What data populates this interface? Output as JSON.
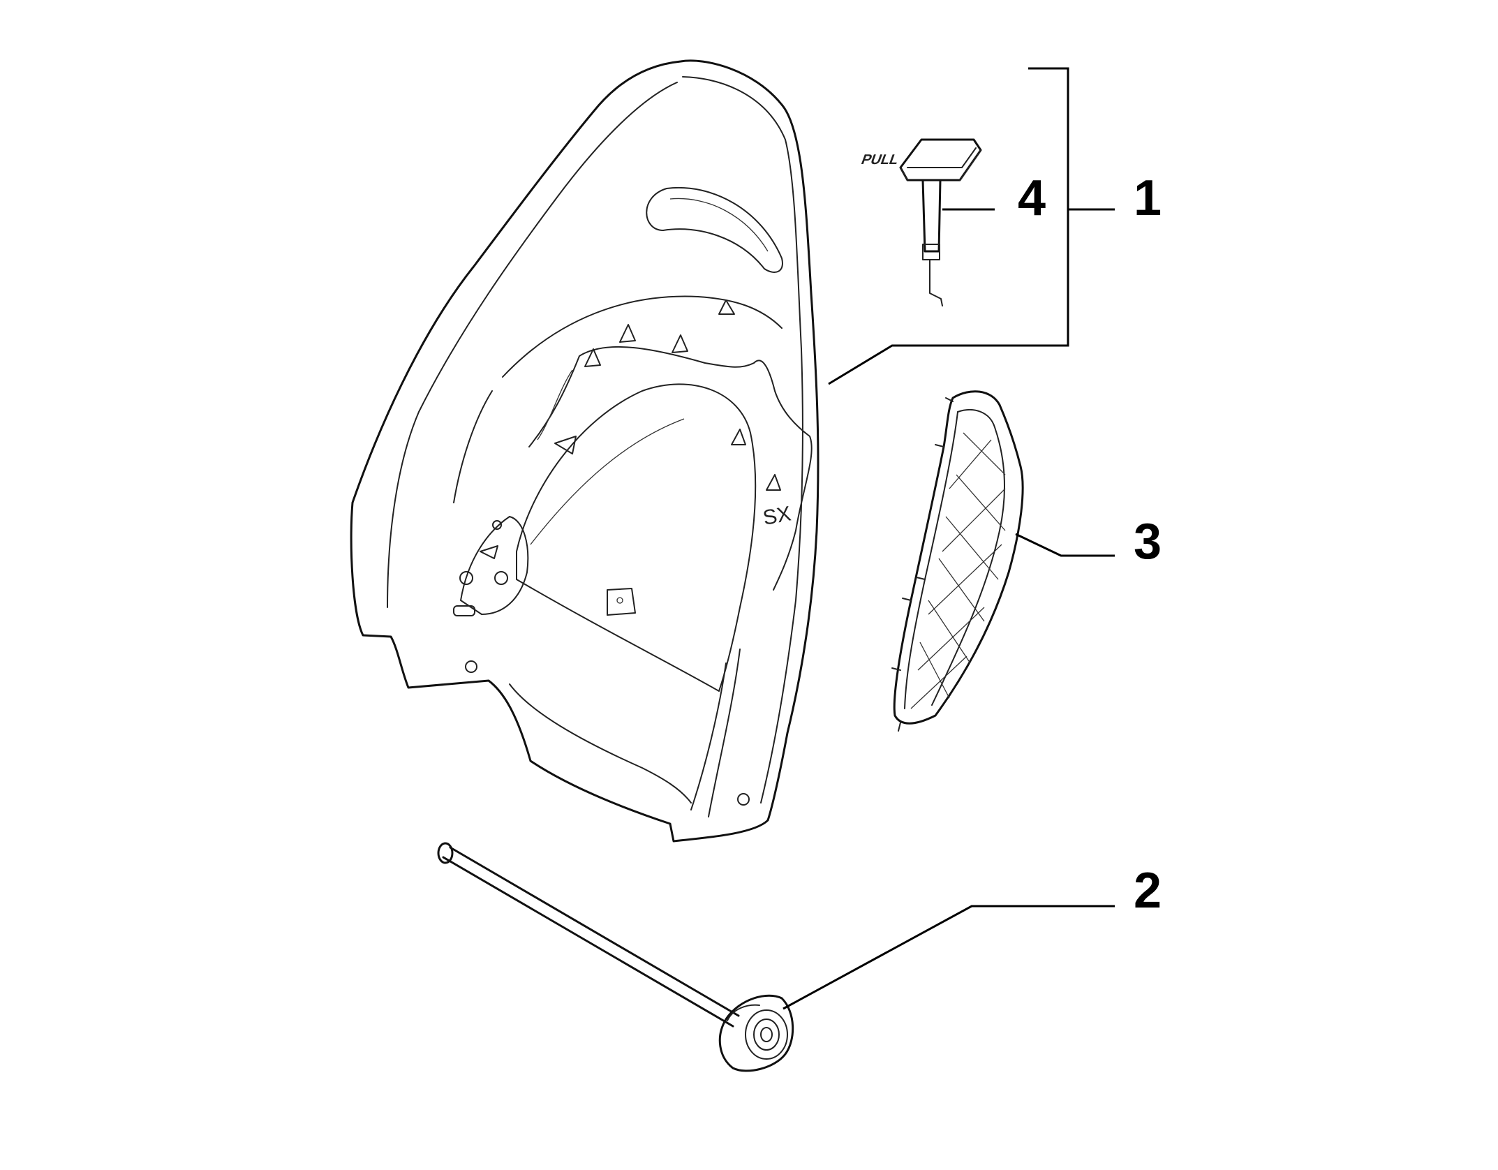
{
  "callouts": [
    {
      "id": "1",
      "label": "1"
    },
    {
      "id": "2",
      "label": "2"
    },
    {
      "id": "3",
      "label": "3"
    },
    {
      "id": "4",
      "label": "4"
    }
  ],
  "parts": {
    "seat_back_frame": {
      "marking": "SX"
    },
    "lever": {
      "marking": "PULL"
    }
  }
}
